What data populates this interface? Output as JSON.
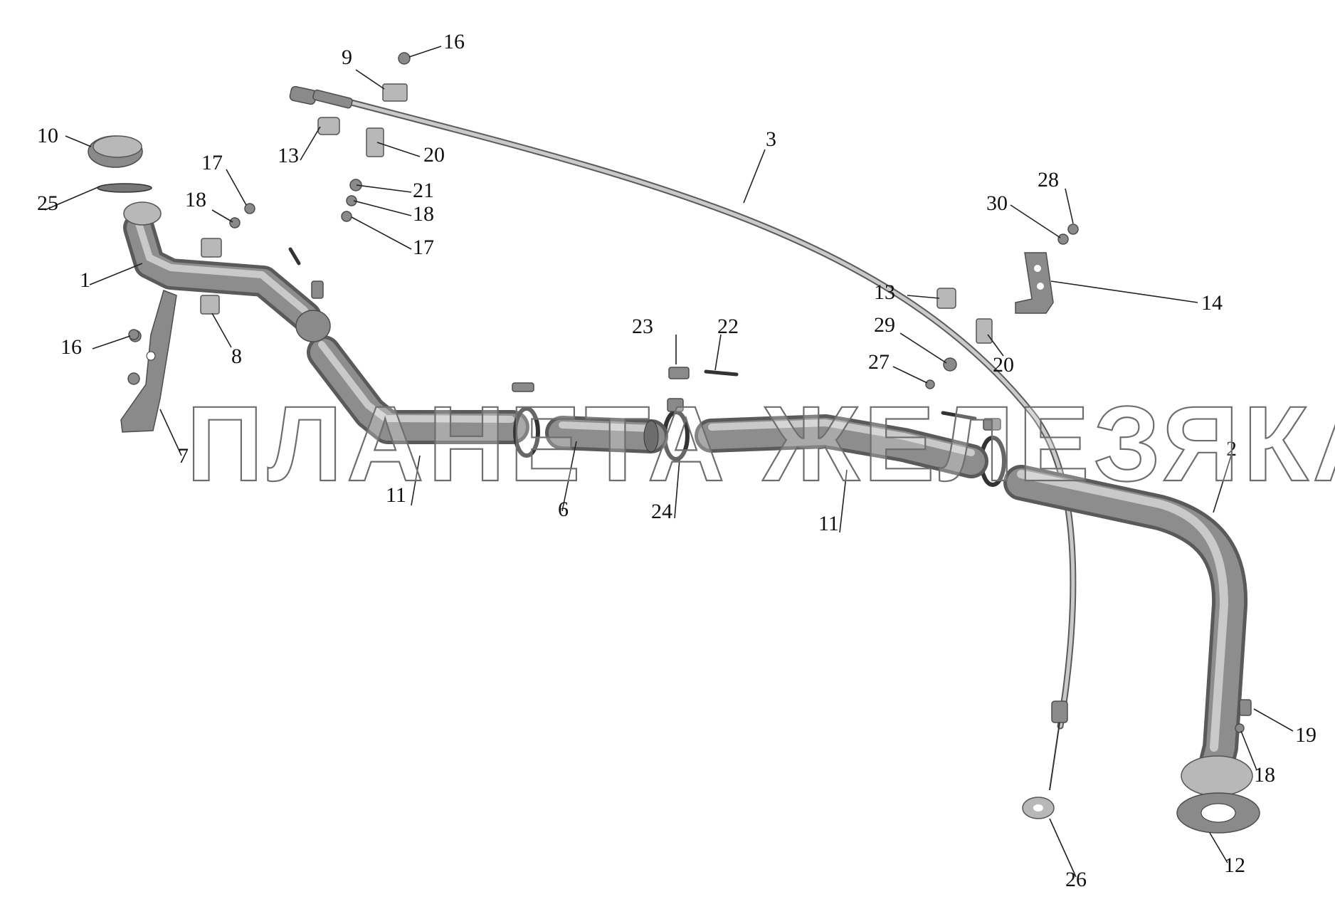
{
  "watermark": "ПЛАНЕТА ЖЕЛЕЗЯКА",
  "callouts": [
    "1",
    "2",
    "3",
    "6",
    "7",
    "8",
    "9",
    "10",
    "11",
    "11",
    "12",
    "13",
    "13",
    "14",
    "16",
    "16",
    "17",
    "17",
    "18",
    "18",
    "18",
    "19",
    "20",
    "20",
    "21",
    "22",
    "23",
    "24",
    "25",
    "26",
    "27",
    "28",
    "29",
    "30"
  ],
  "colors": {
    "part": "#8a8a8a",
    "part_dark": "#4d4d4d",
    "background": "#ffffff",
    "watermark_stroke": "#6e6e6e"
  }
}
